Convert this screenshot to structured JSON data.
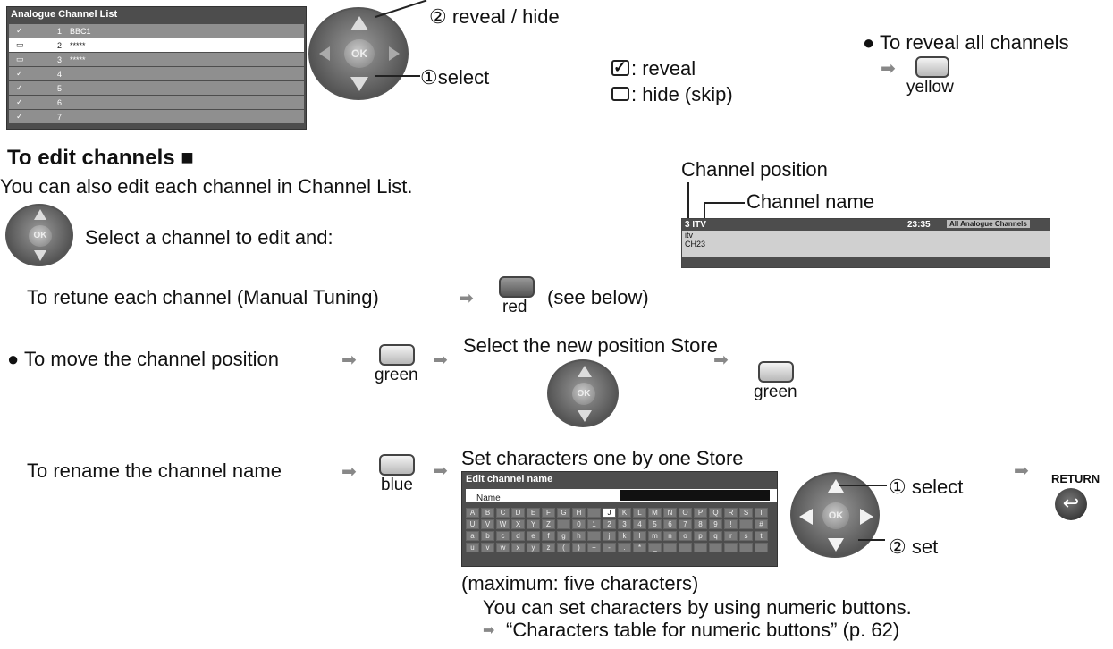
{
  "channel_list": {
    "title": "Analogue Channel List",
    "rows": [
      {
        "num": "1",
        "name": "BBC1",
        "revealed": true
      },
      {
        "num": "2",
        "name": "*****",
        "revealed": false
      },
      {
        "num": "3",
        "name": "*****",
        "revealed": false
      },
      {
        "num": "4",
        "name": "",
        "revealed": true
      },
      {
        "num": "5",
        "name": "",
        "revealed": true
      },
      {
        "num": "6",
        "name": "",
        "revealed": true
      },
      {
        "num": "7",
        "name": "",
        "revealed": true
      }
    ]
  },
  "top": {
    "reveal_hide": "② reveal / hide",
    "select": "①select",
    "reveal_legend": ": reveal",
    "hide_legend": ": hide (skip)",
    "reveal_all": "● To reveal all channels",
    "yellow": "yellow"
  },
  "edit": {
    "heading": "To edit channels ■",
    "intro": "You can also edit each channel in Channel List.",
    "select_edit": "Select a channel to edit and:",
    "channel_position": "Channel position",
    "channel_name": "Channel name",
    "info_bar": {
      "pos_name": "3 ITV",
      "time": "23:35",
      "list": "All Analogue Channels",
      "line1": "itv",
      "line2": "CH23"
    }
  },
  "retune": {
    "text": "To retune each channel (Manual Tuning)",
    "red": "red",
    "see_below": "(see below)"
  },
  "move": {
    "text": "● To move the channel position",
    "green": "green",
    "select_new": "Select the new position Store",
    "green2": "green"
  },
  "rename": {
    "text": "To rename the channel name",
    "blue": "blue",
    "set_chars": "Set characters one by one Store",
    "kb_title": "Edit channel name",
    "kb_name": "Name",
    "select": "① select",
    "set": "② set",
    "return": "RETURN",
    "maximum": "(maximum: five characters)",
    "numeric": "You can set characters by using numeric buttons.",
    "table_ref": "“Characters table for numeric buttons” (p. 62)"
  },
  "ok_label": "OK",
  "keyboard_rows": [
    [
      "A",
      "B",
      "C",
      "D",
      "E",
      "F",
      "G",
      "H",
      "I",
      "J",
      "K",
      "L",
      "M",
      "N",
      "O",
      "P",
      "Q",
      "R",
      "S",
      "T"
    ],
    [
      "U",
      "V",
      "W",
      "X",
      "Y",
      "Z",
      " ",
      "0",
      "1",
      "2",
      "3",
      "4",
      "5",
      "6",
      "7",
      "8",
      "9",
      "!",
      ":",
      "#"
    ],
    [
      "a",
      "b",
      "c",
      "d",
      "e",
      "f",
      "g",
      "h",
      "i",
      "j",
      "k",
      "l",
      "m",
      "n",
      "o",
      "p",
      "q",
      "r",
      "s",
      "t"
    ],
    [
      "u",
      "v",
      "w",
      "x",
      "y",
      "z",
      "(",
      ")",
      "+",
      "-",
      ".",
      "*",
      "_",
      " ",
      " ",
      " ",
      " ",
      " ",
      " ",
      " "
    ]
  ],
  "keyboard_highlight": "J",
  "icons": {
    "check": "check-icon",
    "box": "empty-box-icon",
    "arrow": "right-arrow-icon",
    "return": "return-icon"
  }
}
